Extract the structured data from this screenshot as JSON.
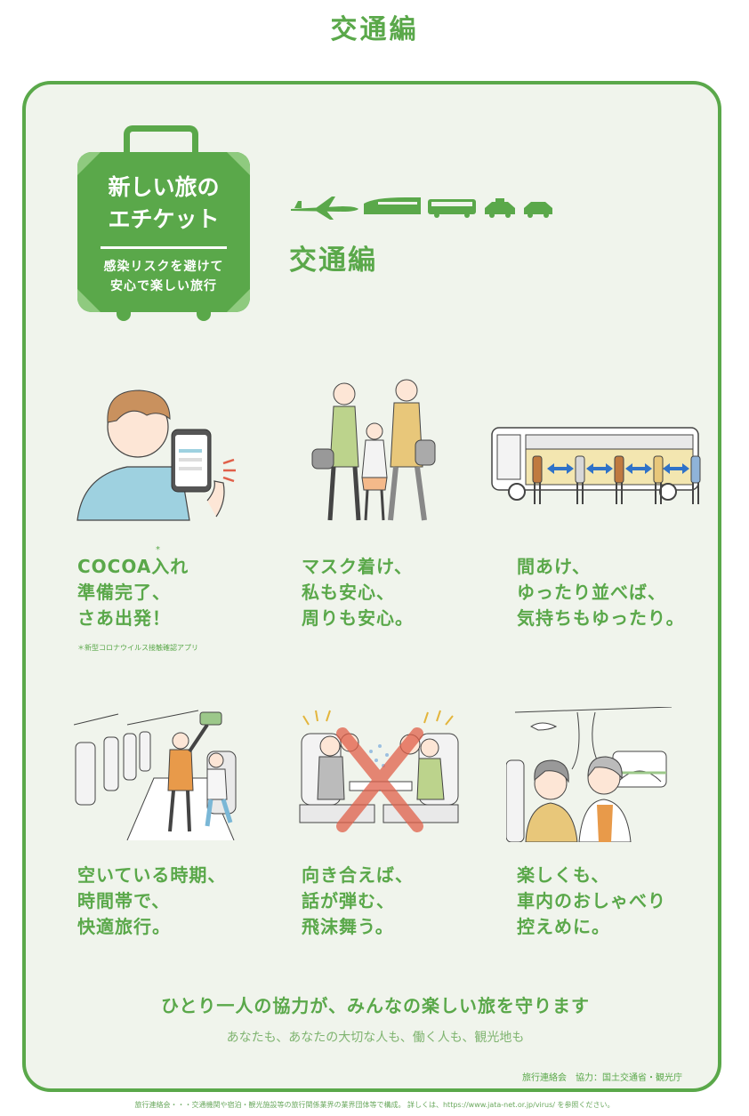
{
  "header": {
    "title": "交通編"
  },
  "badge": {
    "title": "新しい旅の\nエチケット",
    "subtitle": "感染リスクを避けて\n安心で楽しい旅行"
  },
  "section": {
    "title": "交通編"
  },
  "vehicle_icons": [
    "airplane-icon",
    "train-icon",
    "bus-icon",
    "taxi-icon",
    "car-icon"
  ],
  "items": [
    {
      "caption": "COCOA入れ\n準備完了、\nさあ出発！",
      "mark": "*",
      "note": "＊新型コロナウイルス接触確認アプリ"
    },
    {
      "caption": "マスク着け、\n私も安心、\n周りも安心。"
    },
    {
      "caption": "間あけ、\nゆったり並べば、\n気持ちもゆったり。"
    },
    {
      "caption": "空いている時期、\n時間帯で、\n快適旅行。"
    },
    {
      "caption": "向き合えば、\n話が弾む、\n飛沫舞う。"
    },
    {
      "caption": "楽しくも、\n車内のおしゃべり\n控えめに。"
    }
  ],
  "slogan": {
    "main": "ひとり一人の協力が、みんなの楽しい旅を守ります",
    "sub": "あなたも、あなたの大切な人も、働く人も、観光地も"
  },
  "credit": "旅行連絡会　協力：国土交通省・観光庁",
  "footer_note": "旅行連絡会・・・交通機関や宿泊・観光施設等の旅行関係業界の業界団体等で構成。 詳しくは、https://www.jata-net.or.jp/virus/ を参照ください。",
  "colors": {
    "brand_green": "#5aa84a",
    "light_green": "#8fca7f",
    "background": "#f0f4ec"
  }
}
